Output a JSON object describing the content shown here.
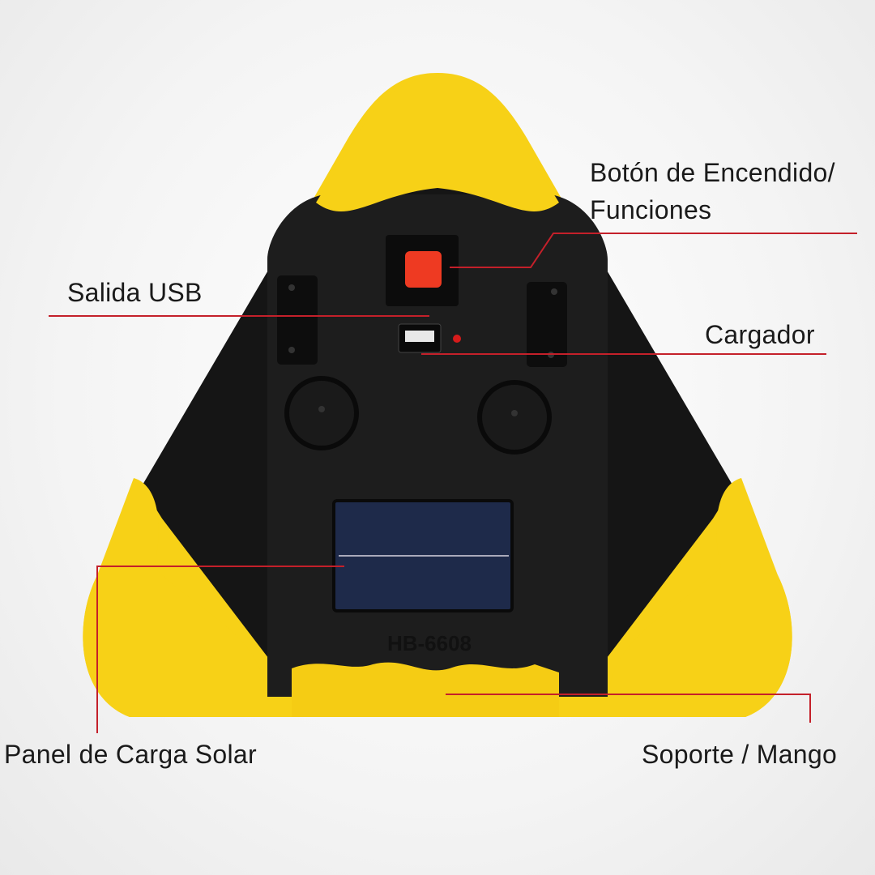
{
  "labels": {
    "power_button": [
      "Botón de Encendido/",
      "Funciones"
    ],
    "usb_output": "Salida USB",
    "charger": "Cargador",
    "solar_panel": "Panel de Carga Solar",
    "stand_handle": "Soporte / Mango"
  },
  "device": {
    "model": "HB-6608"
  },
  "colors": {
    "callout_line": "#c4202a",
    "housing_yellow": "#f7d117",
    "body_black": "#151515",
    "button_red": "#ee3a22",
    "solar_blue": "#1e2a4a"
  }
}
